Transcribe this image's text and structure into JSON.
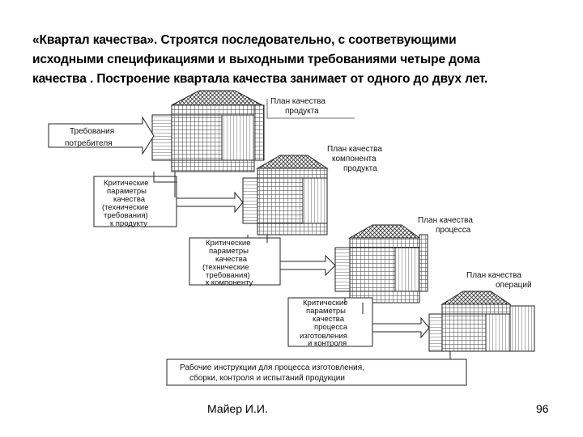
{
  "slide": {
    "heading_lines": [
      "«Квартал качества». Строятся последовательно, с соответвующими",
      "исходными спецификациями и выходными требованиями четыре дома",
      "качества . Построение квартала  качества занимает от одного до двух лет."
    ],
    "author": "Майер И.И.",
    "page_number": "96"
  },
  "diagram": {
    "house_labels": [
      [
        "План качества",
        "продукта"
      ],
      [
        "План качества",
        "компонента",
        "продукта"
      ],
      [
        "План качества",
        "процесса"
      ],
      [
        "План качества",
        "операций"
      ]
    ],
    "input_boxes": [
      [
        "Требования",
        "",
        "потребителя"
      ],
      [
        "Критические",
        "параметры",
        "качества",
        "(технические",
        "требования)",
        "к продукту"
      ],
      [
        "Критические",
        "параметры",
        "качества",
        "(технические",
        "требования)",
        "к компоненту"
      ],
      [
        "Критические",
        "параметры",
        "качества",
        "процесса",
        "",
        "изготовления",
        "и контроля"
      ],
      [
        "Рабочие инструкции для процесса изготовления,",
        "сборки, контроля и испытаний продукции"
      ]
    ]
  }
}
